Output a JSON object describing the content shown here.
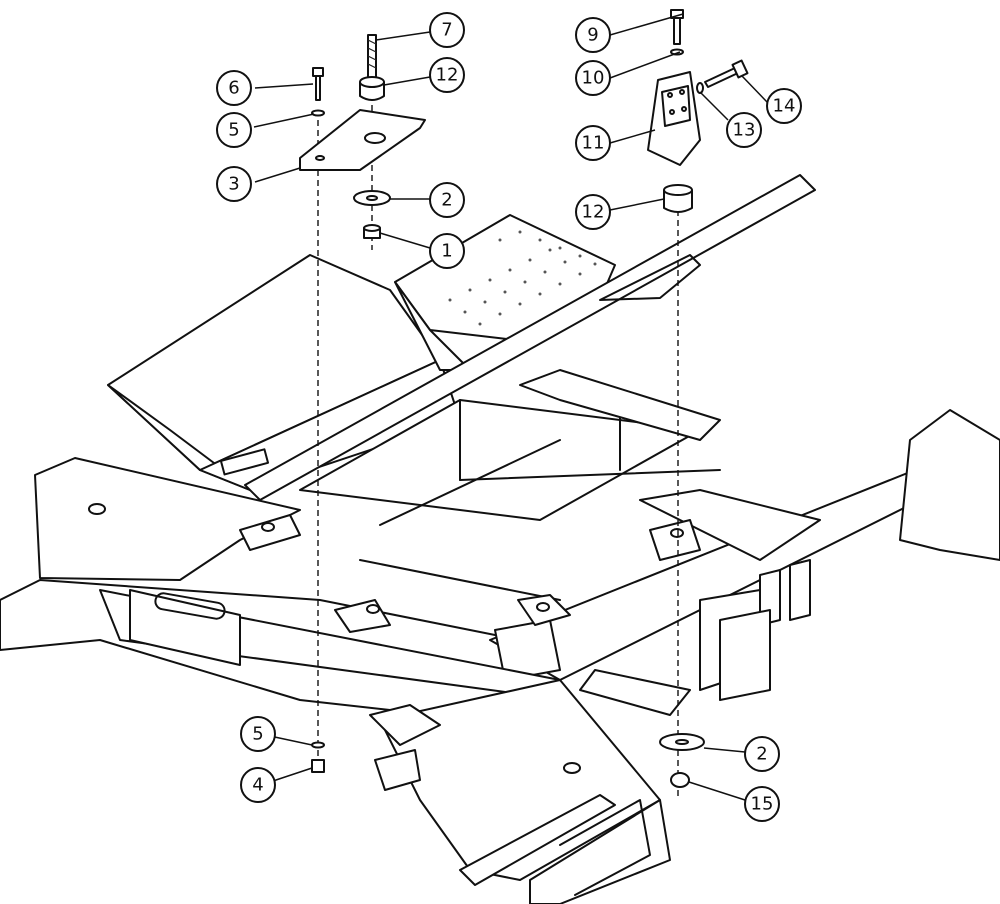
{
  "callouts": [
    {
      "label": "7"
    },
    {
      "label": "9"
    },
    {
      "label": "6"
    },
    {
      "label": "12"
    },
    {
      "label": "10"
    },
    {
      "label": "14"
    },
    {
      "label": "5"
    },
    {
      "label": "11"
    },
    {
      "label": "13"
    },
    {
      "label": "3"
    },
    {
      "label": "2"
    },
    {
      "label": "12"
    },
    {
      "label": "1"
    },
    {
      "label": "5"
    },
    {
      "label": "2"
    },
    {
      "label": "4"
    },
    {
      "label": "15"
    }
  ]
}
